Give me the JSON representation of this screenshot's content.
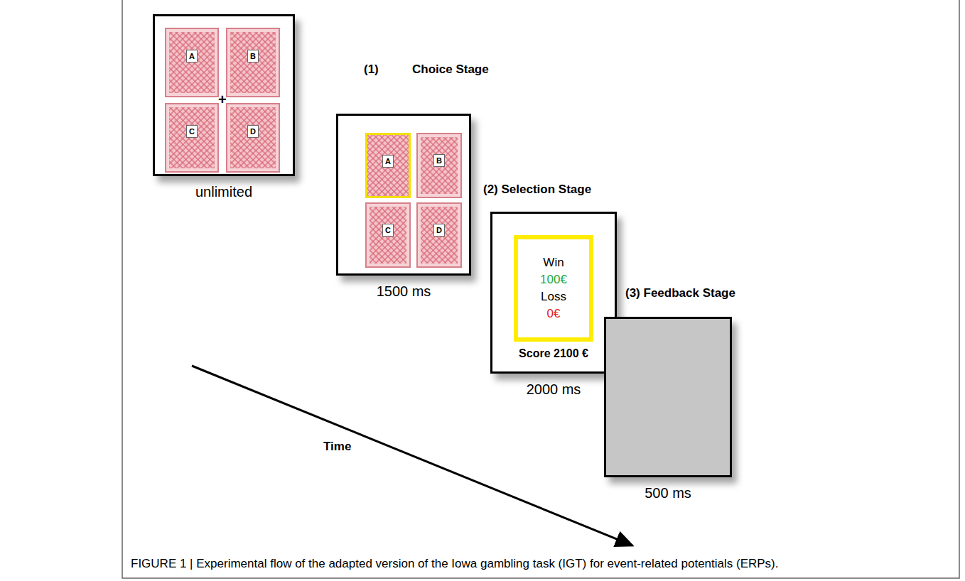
{
  "diagram": {
    "caption": "FIGURE 1 | Experimental flow of the adapted version of the Iowa gambling task (IGT) for event-related potentials (ERPs).",
    "nodes": [
      {
        "text": [
          "unlimited"
        ]
      },
      {
        "text": [
          "A"
        ],
        "in": 0
      },
      {
        "text": [
          "B"
        ],
        "in": 0
      },
      {
        "text": [
          "C"
        ],
        "in": 0
      },
      {
        "text": [
          "D"
        ],
        "in": 0
      },
      {
        "text": [
          "1500 ms"
        ]
      },
      {
        "text": [
          "A"
        ],
        "in": 5
      },
      {
        "text": [
          "B"
        ],
        "in": 5
      },
      {
        "text": [
          "C"
        ],
        "in": 5
      },
      {
        "text": [
          "D"
        ],
        "in": 5
      },
      {
        "text": [
          "Score 2100 €",
          "2000 ms"
        ]
      },
      {
        "text": [
          "Win",
          "100€",
          "Loss",
          "0€"
        ],
        "in": 10
      },
      {
        "text": [
          "500 ms"
        ]
      }
    ],
    "labels": [
      "+",
      "(1)",
      "Choice Stage",
      "(2) Selection Stage",
      "(3) Feedback Stage",
      "Time"
    ]
  }
}
